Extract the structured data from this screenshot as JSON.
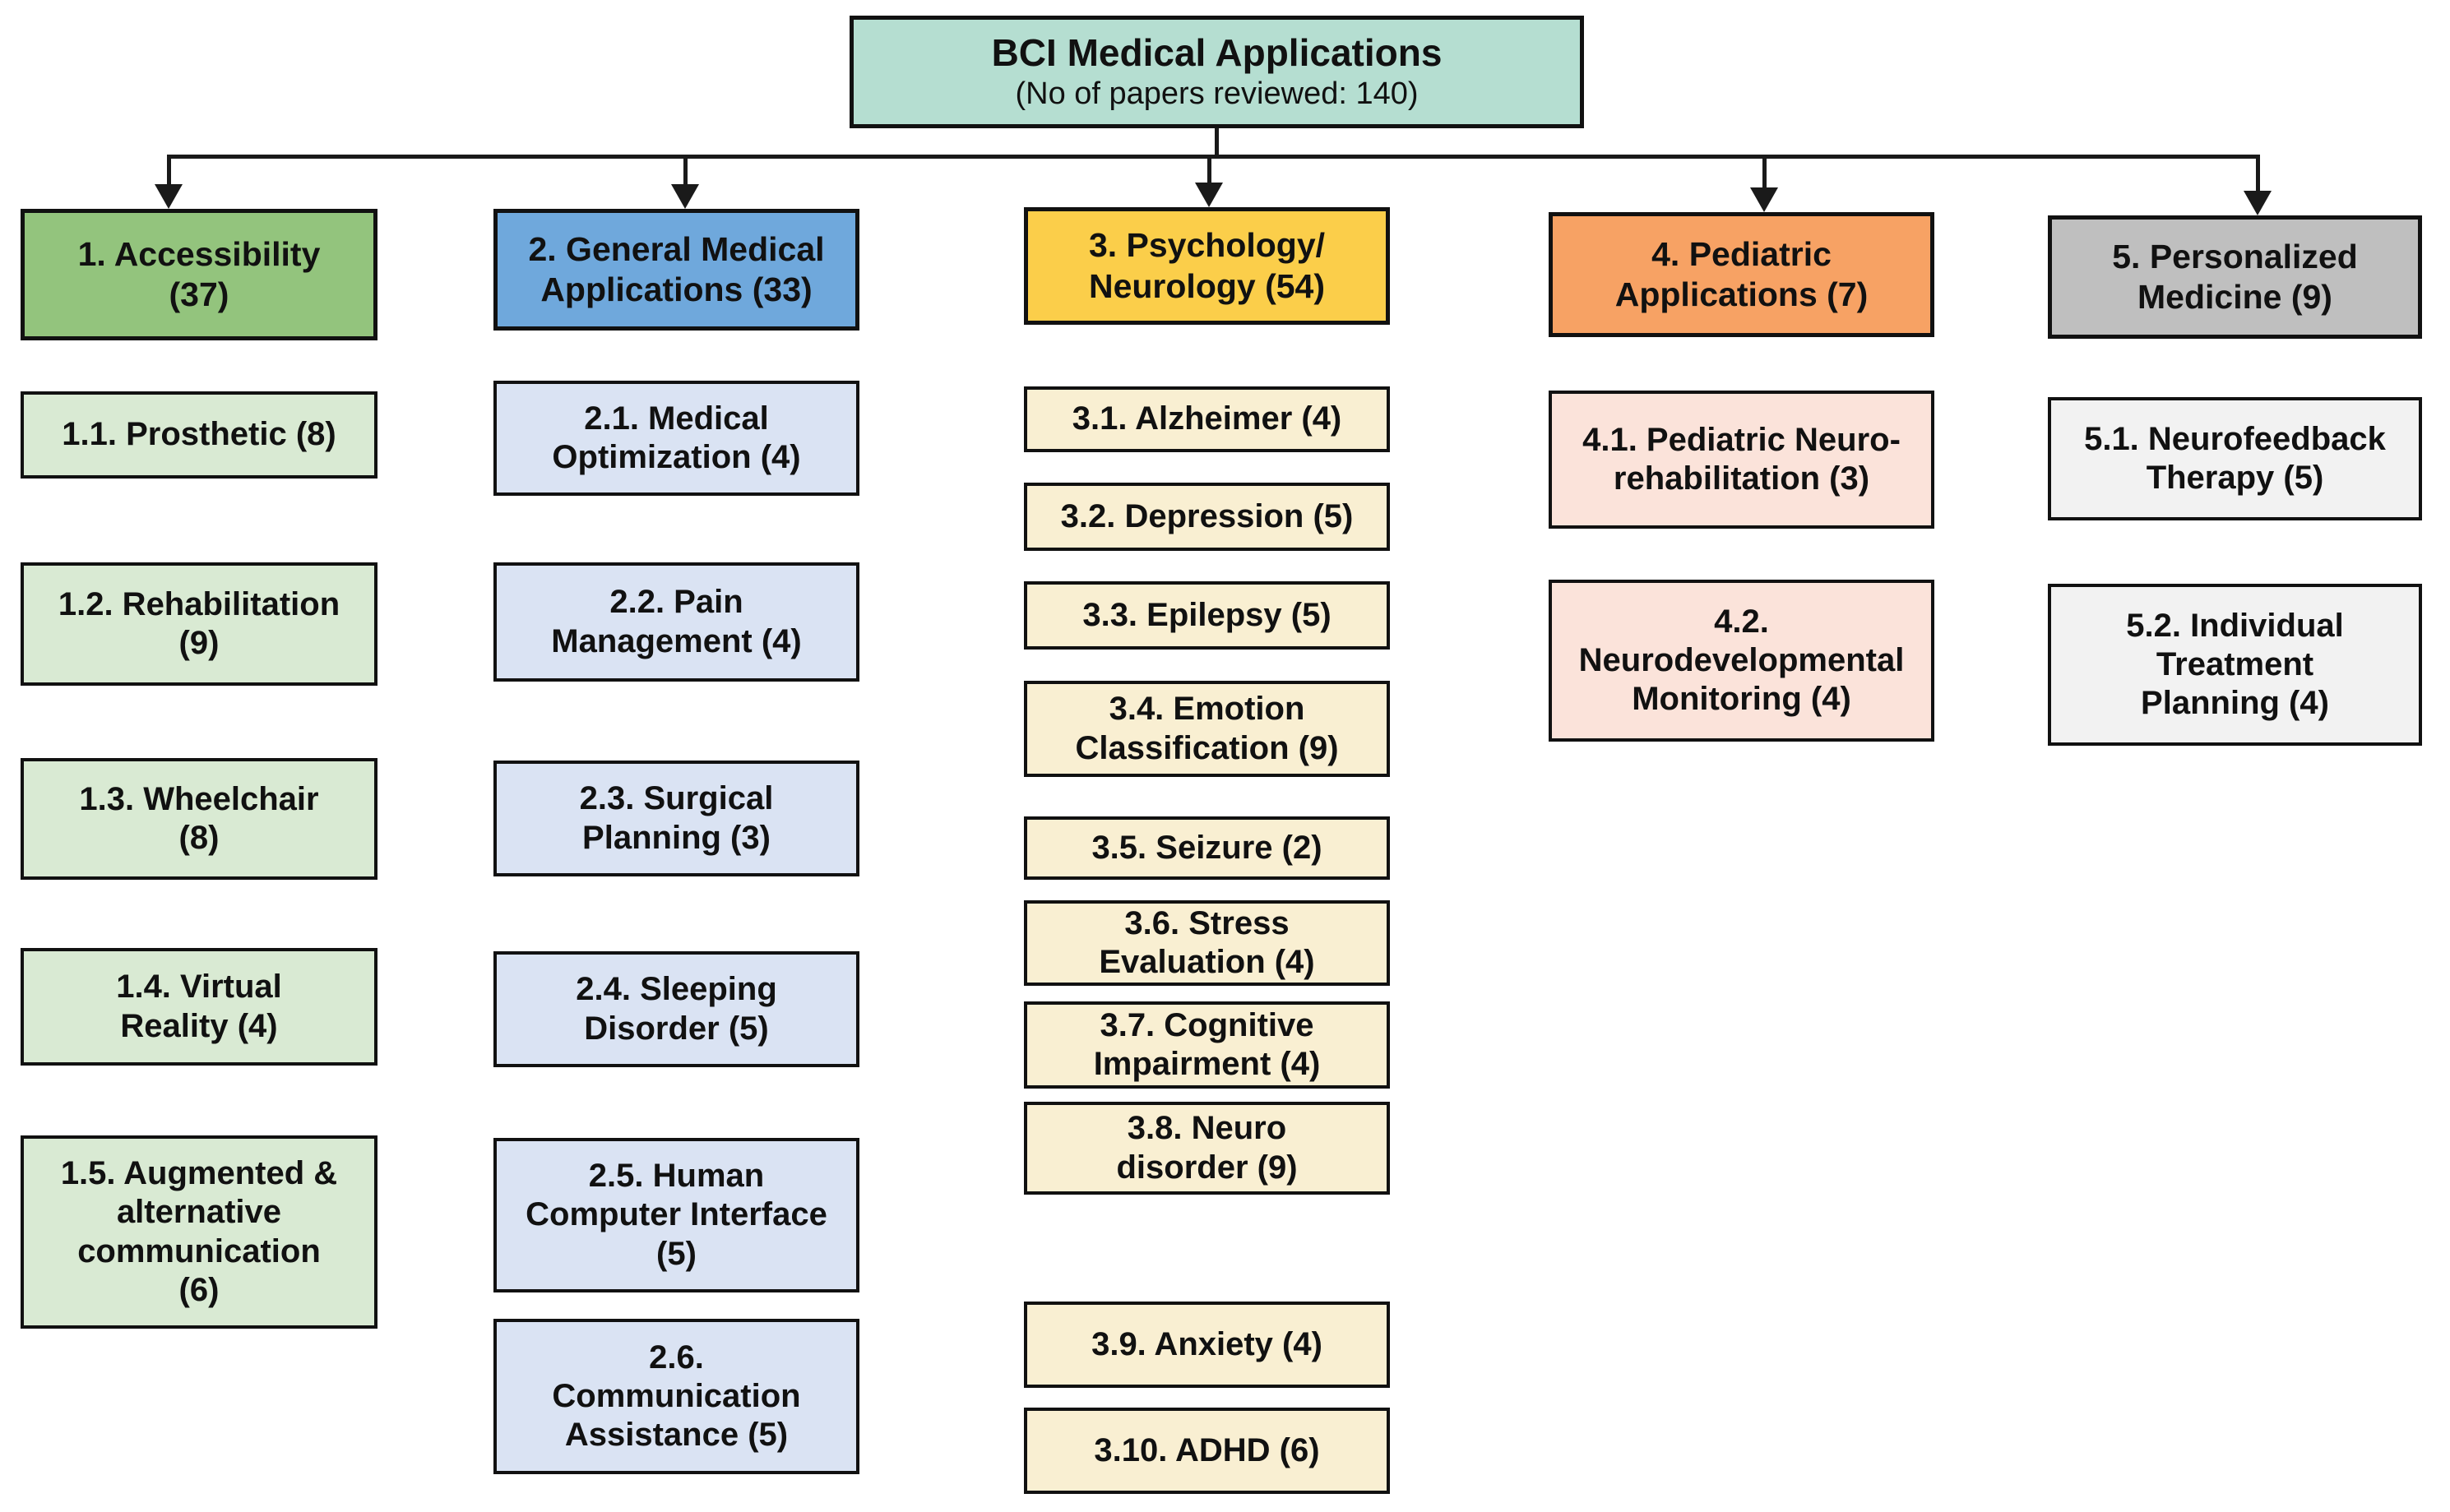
{
  "title": {
    "heading": "BCI Medical Applications",
    "subheading": "(No of papers reviewed: 140)",
    "papers_reviewed": 140,
    "bg_color": "#b5ded1"
  },
  "connector_color": "#1a1a1a",
  "columns": [
    {
      "name": "Accessibility",
      "header": {
        "label": "1. Accessibility\n(37)",
        "count": 37
      },
      "colors": {
        "header": "#93c47d",
        "children": "#d9ead3"
      },
      "children": [
        {
          "label": "1.1. Prosthetic (8)",
          "count": 8
        },
        {
          "label": "1.2. Rehabilitation\n(9)",
          "count": 9
        },
        {
          "label": "1.3. Wheelchair\n(8)",
          "count": 8
        },
        {
          "label": "1.4. Virtual\nReality (4)",
          "count": 4
        },
        {
          "label": "1.5. Augmented &\nalternative\ncommunication\n(6)",
          "count": 6
        }
      ]
    },
    {
      "name": "General Medical Applications",
      "header": {
        "label": "2. General Medical\nApplications (33)",
        "count": 33
      },
      "colors": {
        "header": "#6fa8dc",
        "children": "#dae3f3"
      },
      "children": [
        {
          "label": "2.1. Medical\nOptimization (4)",
          "count": 4
        },
        {
          "label": "2.2. Pain\nManagement (4)",
          "count": 4
        },
        {
          "label": "2.3. Surgical\nPlanning (3)",
          "count": 3
        },
        {
          "label": "2.4. Sleeping\nDisorder (5)",
          "count": 5
        },
        {
          "label": "2.5. Human\nComputer Interface\n(5)",
          "count": 5
        },
        {
          "label": "2.6.\nCommunication\nAssistance (5)",
          "count": 5
        }
      ]
    },
    {
      "name": "Psychology/Neurology",
      "header": {
        "label": "3. Psychology/\nNeurology (54)",
        "count": 54
      },
      "colors": {
        "header": "#fbce4a",
        "children": "#f9efd2"
      },
      "children": [
        {
          "label": "3.1. Alzheimer (4)",
          "count": 4
        },
        {
          "label": "3.2. Depression (5)",
          "count": 5
        },
        {
          "label": "3.3. Epilepsy (5)",
          "count": 5
        },
        {
          "label": "3.4. Emotion\nClassification (9)",
          "count": 9
        },
        {
          "label": "3.5. Seizure (2)",
          "count": 2
        },
        {
          "label": "3.6. Stress\nEvaluation (4)",
          "count": 4
        },
        {
          "label": "3.7. Cognitive\nImpairment (4)",
          "count": 4
        },
        {
          "label": "3.8. Neuro\ndisorder (9)",
          "count": 9
        },
        {
          "label": "3.9. Anxiety (4)",
          "count": 4
        },
        {
          "label": "3.10. ADHD (6)",
          "count": 6
        }
      ]
    },
    {
      "name": "Pediatric Applications",
      "header": {
        "label": "4. Pediatric\nApplications (7)",
        "count": 7
      },
      "colors": {
        "header": "#f7a264",
        "children": "#fbe3da"
      },
      "children": [
        {
          "label": "4.1. Pediatric Neuro-\nrehabilitation (3)",
          "count": 3
        },
        {
          "label": "4.2.\nNeurodevelopmental\nMonitoring (4)",
          "count": 4
        }
      ]
    },
    {
      "name": "Personalized Medicine",
      "header": {
        "label": "5. Personalized\nMedicine (9)",
        "count": 9
      },
      "colors": {
        "header": "#bfbfbf",
        "children": "#f2f2f2"
      },
      "children": [
        {
          "label": "5.1. Neurofeedback\nTherapy (5)",
          "count": 5
        },
        {
          "label": "5.2. Individual\nTreatment\nPlanning (4)",
          "count": 4
        }
      ]
    }
  ]
}
